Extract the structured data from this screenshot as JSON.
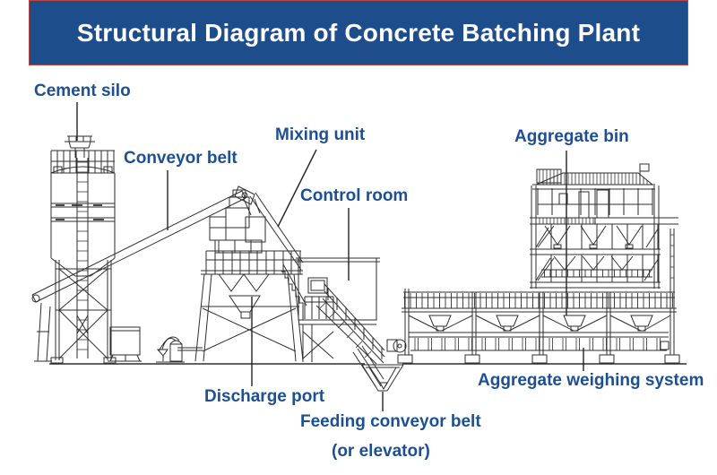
{
  "header": {
    "title": "Structural Diagram of Concrete Batching Plant"
  },
  "labels": {
    "cement_silo": "Cement silo",
    "conveyor_belt": "Conveyor belt",
    "mixing_unit": "Mixing unit",
    "control_room": "Control room",
    "aggregate_bin": "Aggregate bin",
    "discharge_port": "Discharge port",
    "feeding_conveyor_belt": "Feeding conveyor belt",
    "feeding_conveyor_alt": "(or elevator)",
    "aggregate_weighing_system": "Aggregate weighing system"
  },
  "colors": {
    "banner_background": "#1e4d8c",
    "banner_border": "#c0453f",
    "banner_text": "#ffffff",
    "label_text": "#1d4f93",
    "line_art": "#2e2e2e",
    "background": "#ffffff"
  }
}
